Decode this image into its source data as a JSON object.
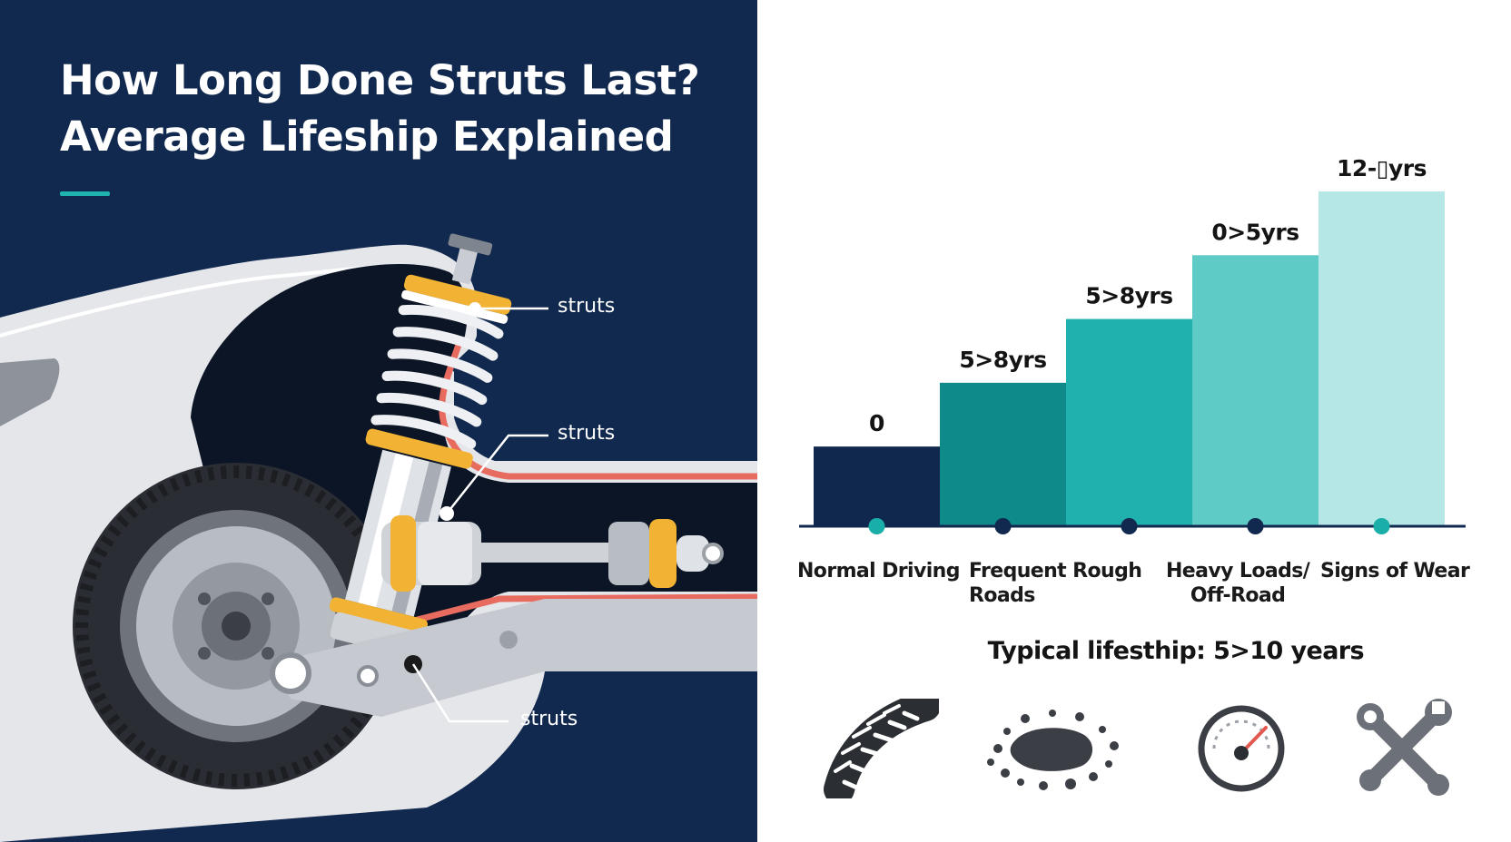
{
  "title": {
    "line1": "How Long Done Struts Last?",
    "line2": "Average Lifeship Explained"
  },
  "callouts": [
    "struts",
    "struts",
    "struts"
  ],
  "chart_data": {
    "type": "bar",
    "categories": [
      "Normal Driving",
      "Frequent Rough Roads",
      "",
      "Heavy Loads/ Off-Road",
      "Signs of Wear"
    ],
    "category_label_lines": [
      [
        "Normal Driving"
      ],
      [
        "Frequent Rough",
        "Roads"
      ],
      [],
      [
        "Heavy Loads/",
        "Off-Road"
      ],
      [
        "Signs of Wear"
      ]
    ],
    "values": [
      1.5,
      2.7,
      3.9,
      5.1,
      6.3
    ],
    "data_labels": [
      "0",
      "5>8yrs",
      "5>8yrs",
      "0>5yrs",
      "12-▯yrs"
    ],
    "ylim": [
      0,
      7
    ],
    "bar_colors": [
      "#10284d",
      "#0e8a8a",
      "#20b0ad",
      "#5ecbc6",
      "#b6e7e7"
    ],
    "dot_colors": [
      "#1aaea8",
      "#12294f",
      "#12294f",
      "#12294f",
      "#1aaea8"
    ],
    "axis_color": "#12294f",
    "note": "Typical lifesthip: 5>10 years",
    "grid": false,
    "legend": "none",
    "title": "",
    "xlabel": "",
    "ylabel": ""
  },
  "icons": [
    "tire-tread-icon",
    "pothole-icon",
    "gauge-icon",
    "wrench-screwdriver-icon"
  ]
}
